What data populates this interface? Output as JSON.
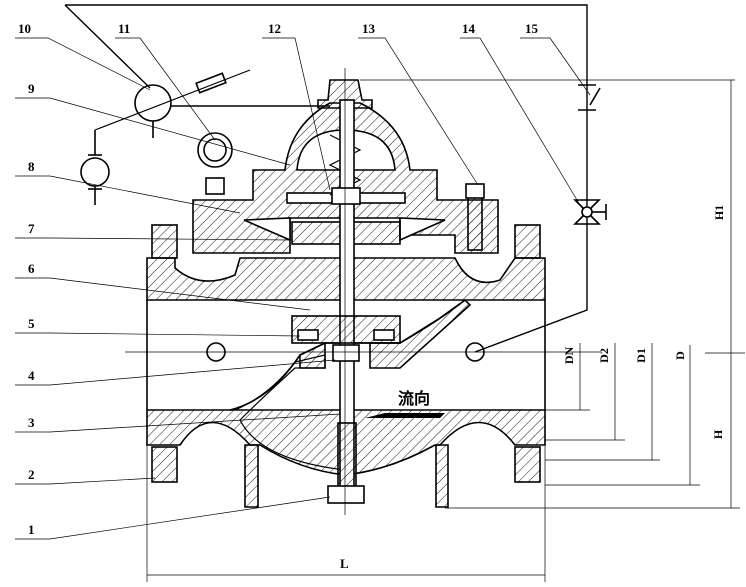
{
  "title": "Water control valve cross-section",
  "parts": [
    "1",
    "2",
    "3",
    "4",
    "5",
    "6",
    "7",
    "8",
    "9",
    "10",
    "11",
    "12",
    "13",
    "14",
    "15"
  ],
  "dimensions": {
    "length": "L",
    "height": "H",
    "upper_height": "H1",
    "nominal": "DN",
    "d2": "D2",
    "d1": "D1",
    "d": "D"
  },
  "flow_label": "流向"
}
